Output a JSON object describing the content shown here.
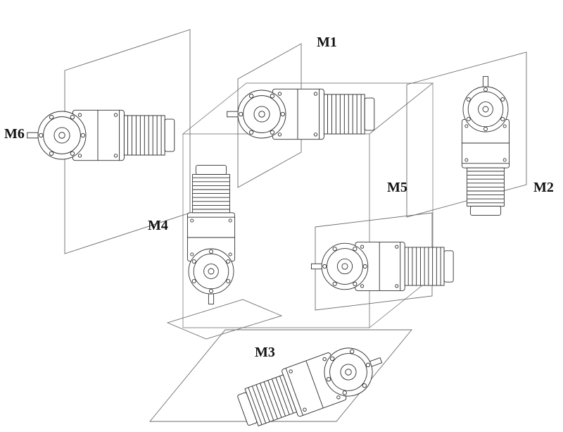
{
  "diagram": {
    "labels": {
      "m1": "M1",
      "m2": "M2",
      "m3": "M3",
      "m4": "M4",
      "m5": "M5",
      "m6": "M6"
    },
    "colors": {
      "background": "#ffffff",
      "line": "#2f2f2f",
      "construction_line": "#6b6b6b"
    }
  }
}
